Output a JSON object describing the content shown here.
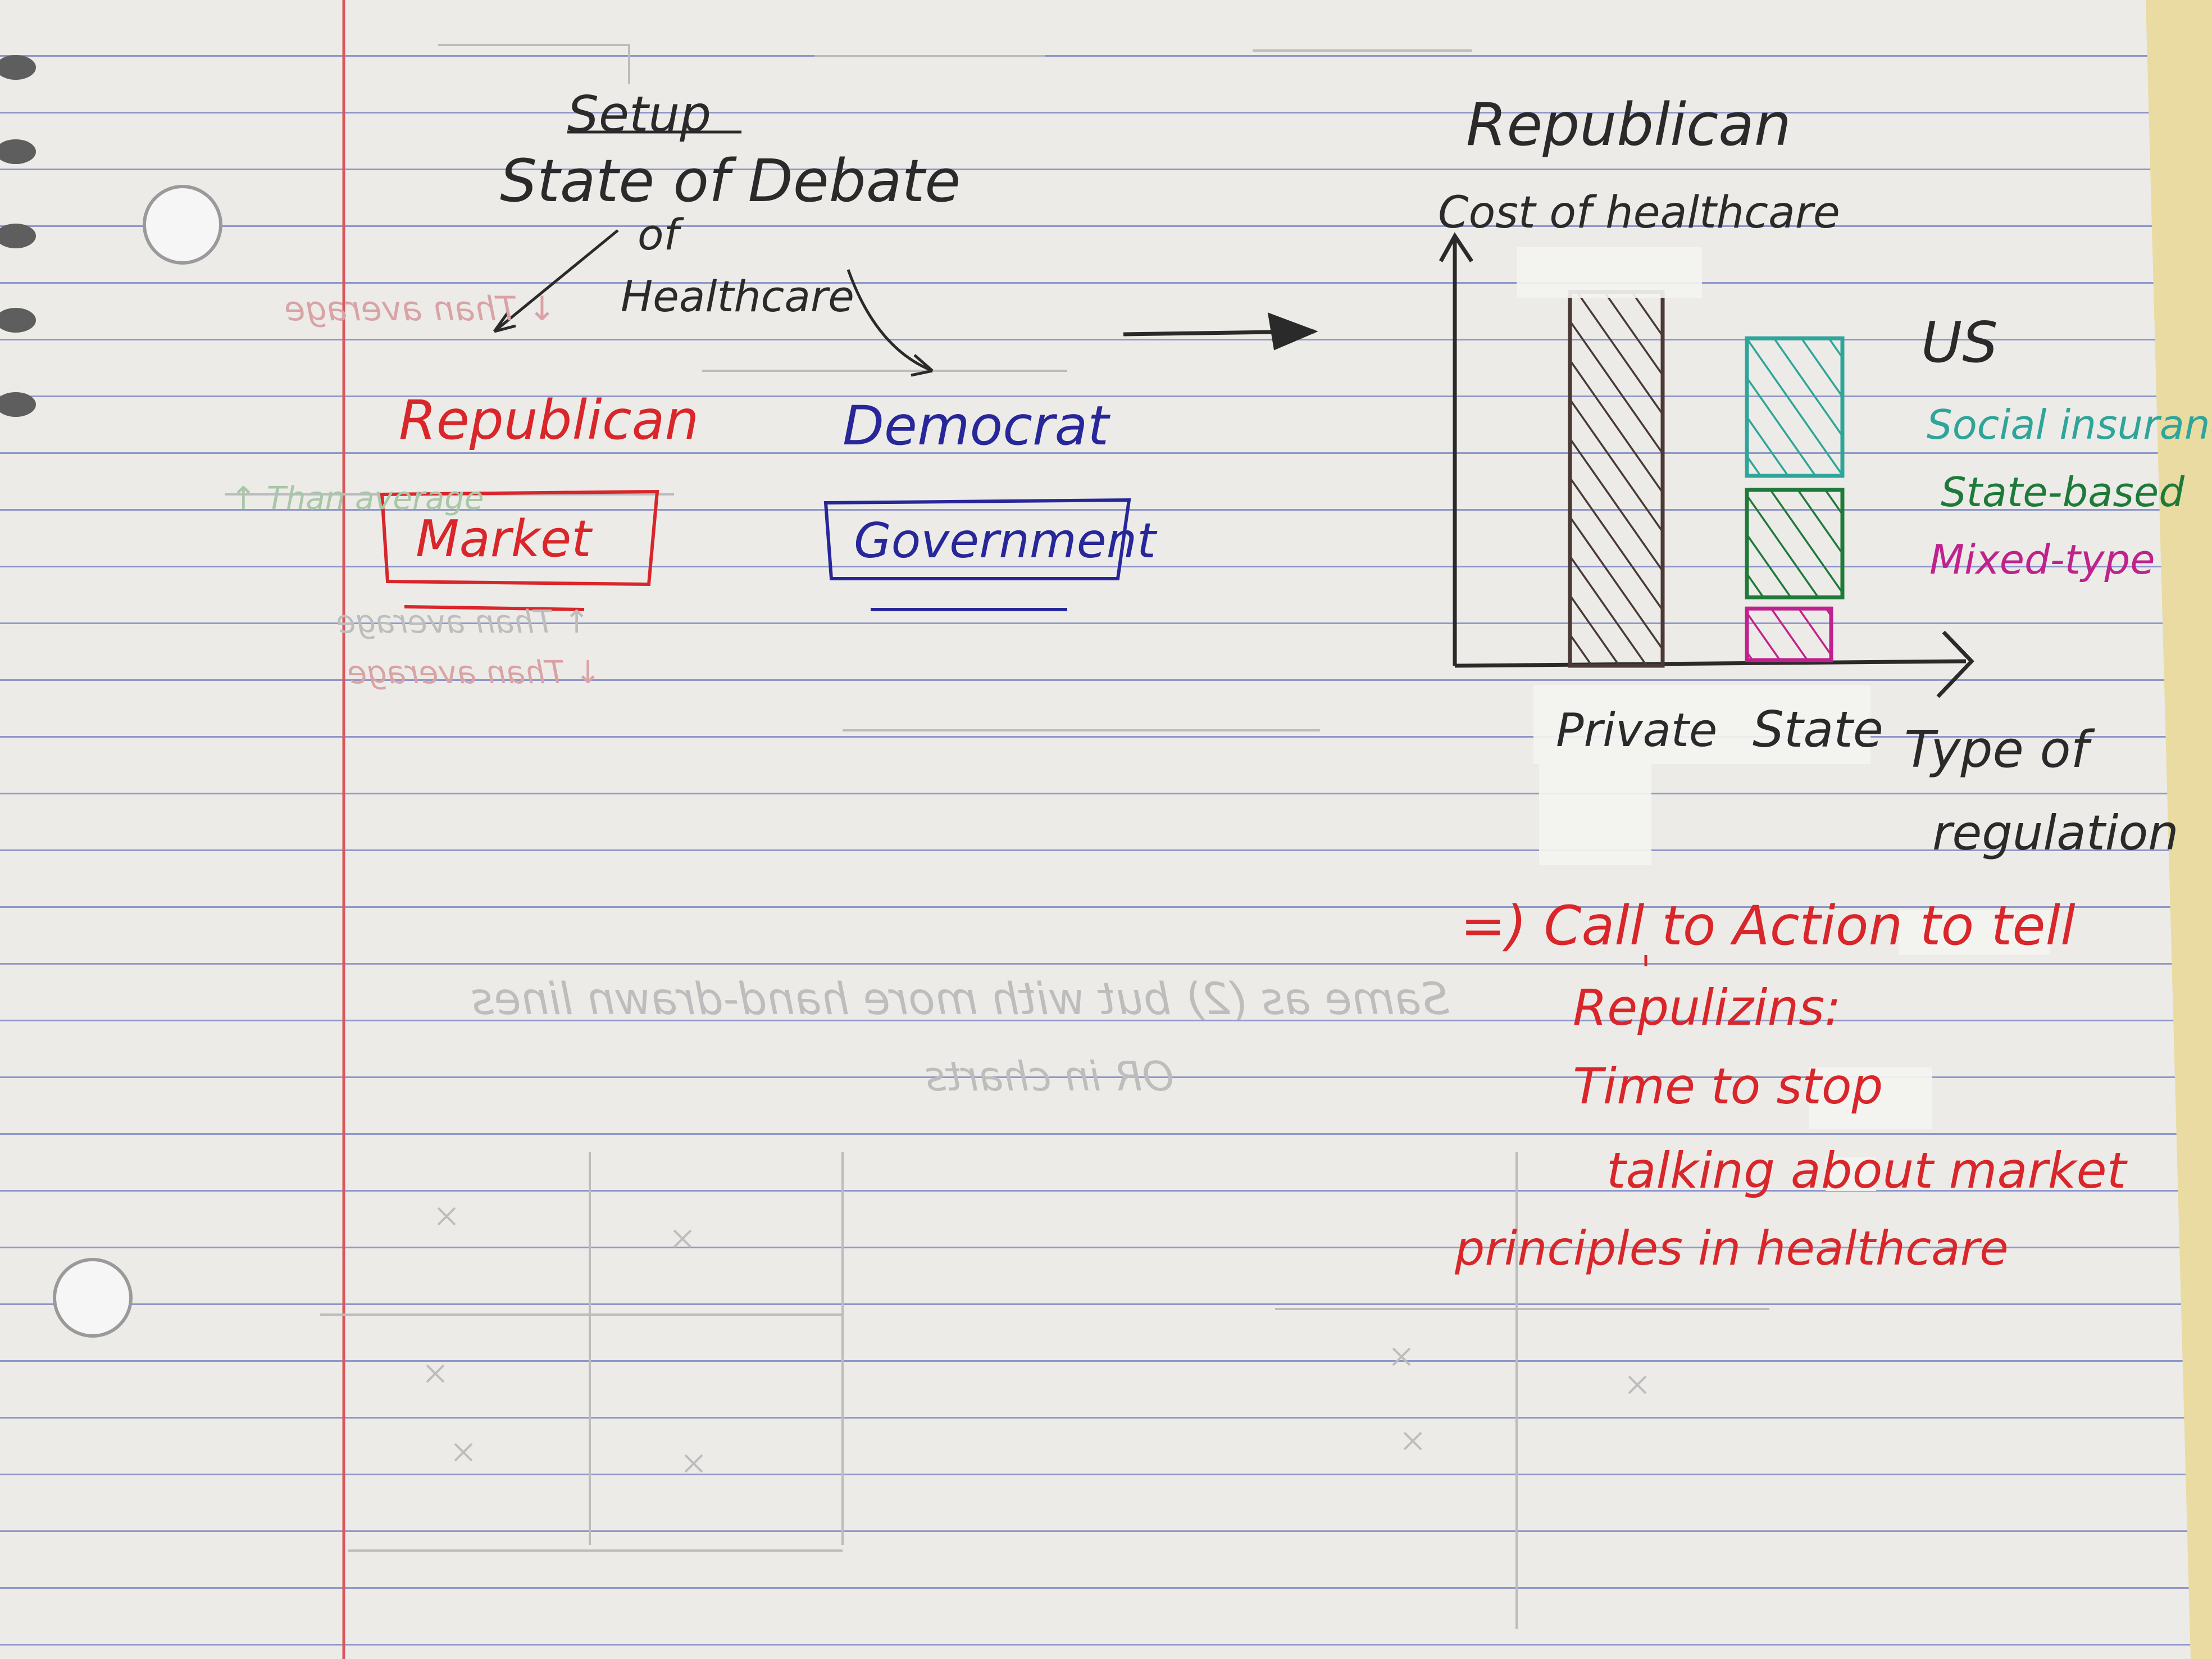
{
  "notes": {
    "setup": "Setup",
    "title_line1": "State of Debate",
    "title_of": "of",
    "title_line2": "Healthcare",
    "republican": "Republican",
    "democrat": "Democrat",
    "market": "Market",
    "government": "Government",
    "call_to_action": {
      "line1": "=) Call to Action to tell",
      "line2": "Repulizins:",
      "line3": "Time to stop",
      "line4": "talking about market",
      "line5": "principles in healthcare"
    }
  },
  "chart": {
    "heading": "Republican",
    "ylabel": "Cost of healthcare",
    "xlabel_line1": "Type of",
    "xlabel_line2": "regulation",
    "legend_title": "US",
    "colors": {
      "axis": "#2a2a2a",
      "private": "#4a3a36",
      "social": "#2fa59a",
      "state": "#1f7a3a",
      "mixed": "#c0228d"
    }
  },
  "chart_data": {
    "type": "bar",
    "title": "Republican",
    "ylabel": "Cost of healthcare",
    "xlabel": "Type of regulation",
    "categories": [
      "Private",
      "State"
    ],
    "series": [
      {
        "name": "Private",
        "values": [
          0.87,
          0
        ]
      },
      {
        "name": "Mixed-type",
        "values": [
          0,
          0.12
        ]
      },
      {
        "name": "State-based",
        "values": [
          0,
          0.25
        ]
      },
      {
        "name": "Social insurance",
        "values": [
          0,
          0.32
        ]
      }
    ],
    "legend": [
      "US",
      "Social insurance",
      "State-based",
      "Mixed-type"
    ],
    "legend_position": "right"
  },
  "ghost_text": {
    "left_notes": [
      "↓ Than average",
      "↑ Than average",
      "↑ Than average",
      "↓ Than average"
    ],
    "bottom_line": "Same as (2) but with more hand-drawn lines",
    "bottom_line2": "OR in charts"
  }
}
